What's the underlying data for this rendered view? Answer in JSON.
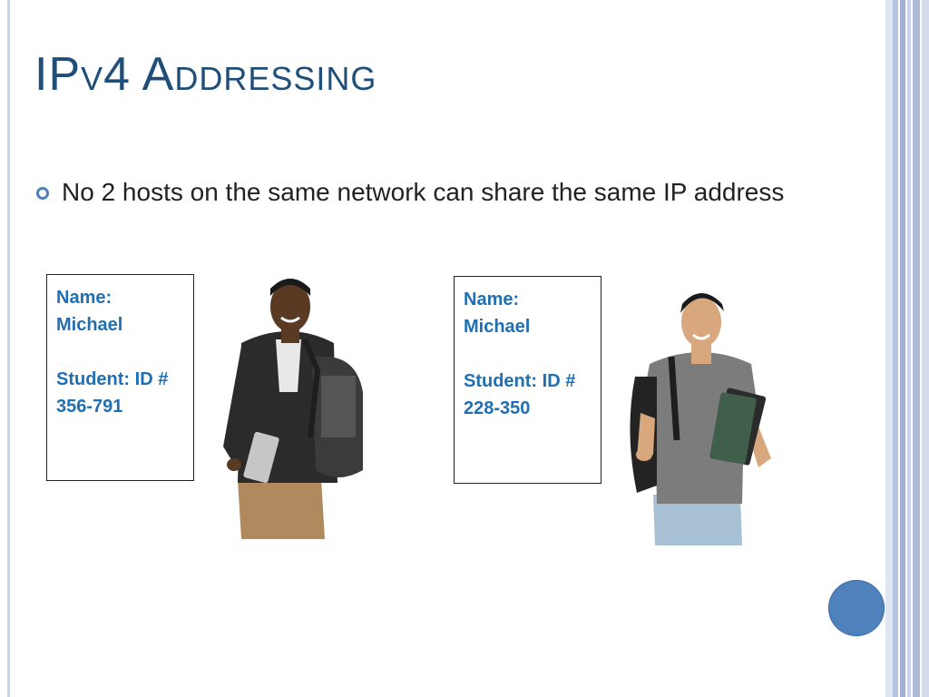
{
  "slide": {
    "title_prefix": "IP",
    "title_rest": "v4 Addressing",
    "bullet": "No 2 hosts on the same network can share the same IP address",
    "cards": [
      {
        "name_label": "Name:",
        "name_value": "Michael",
        "id_label": "Student: ID #",
        "id_value": "356-791"
      },
      {
        "name_label": "Name:",
        "name_value": "Michael",
        "id_label": "Student: ID #",
        "id_value": "228-350"
      }
    ],
    "accent_color": "#4f81bd",
    "title_color": "#1f4e79",
    "card_text_color": "#1f6fb2"
  }
}
